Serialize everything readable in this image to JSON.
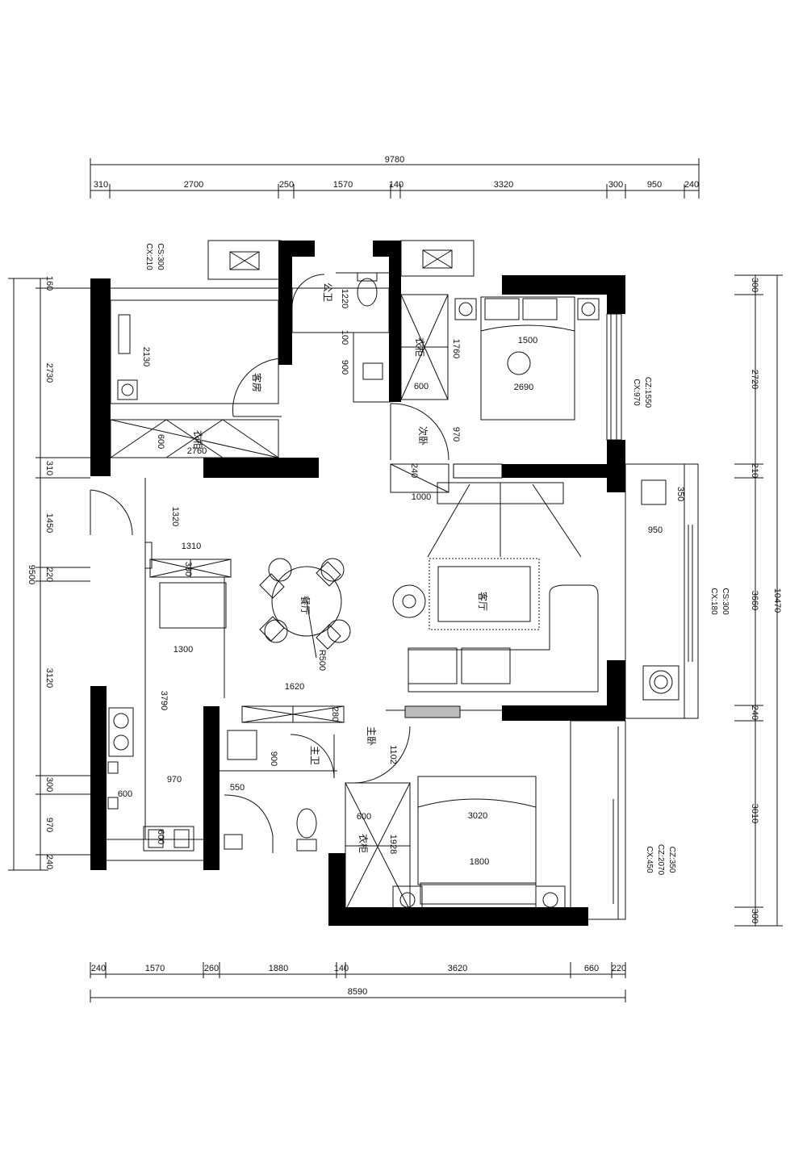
{
  "top_dims": {
    "total": "9780",
    "segments": [
      "310",
      "2700",
      "250",
      "1570",
      "140",
      "3320",
      "300",
      "950",
      "240"
    ]
  },
  "bottom_dims": {
    "total": "8590",
    "segments": [
      "240",
      "1570",
      "260",
      "1880",
      "140",
      "3620",
      "660",
      "220"
    ]
  },
  "left_dims": {
    "total": "9500",
    "segments": [
      "160",
      "2730",
      "310",
      "1450",
      "220",
      "3120",
      "300",
      "970",
      "240"
    ]
  },
  "right_dims": {
    "total": "10470",
    "segments": [
      "300",
      "2720",
      "210",
      "3660",
      "240",
      "3010",
      "300"
    ]
  },
  "rooms": {
    "guest_room": "客房",
    "public_bath": "公卫",
    "second_bedroom": "次卧",
    "wardrobe_a": "衣柜",
    "wardrobe_b": "衣柜",
    "wardrobe_c": "衣柜",
    "dining": "餐厅",
    "living": "客厅",
    "master_bedroom": "主卧",
    "master_bath": "主卫"
  },
  "window_notes": {
    "guest_window": [
      "CS:300",
      "CX:210"
    ],
    "second_window": [
      "CZ:1550",
      "CX:970"
    ],
    "living_window": [
      "CS:300",
      "CX:180"
    ],
    "master_window": [
      "CZ:350",
      "CZ:2070",
      "CX:450"
    ]
  },
  "inner_dims": {
    "d2130": "2130",
    "d600a": "600",
    "d2760": "2760",
    "d1220": "1220",
    "d100": "100",
    "d900a": "900",
    "d1760": "1760",
    "d1500": "1500",
    "d2690": "2690",
    "d600b": "600",
    "d970a": "970",
    "d240": "240",
    "d1000": "1000",
    "d350": "350",
    "d950": "950",
    "d1320": "1320",
    "d1310": "1310",
    "d380": "380",
    "d1300": "1300",
    "r500": "R500",
    "d3790": "3790",
    "d970b": "970",
    "d600c": "600",
    "d600d": "600",
    "d1620": "1620",
    "d280": "280",
    "d900b": "900",
    "d550": "550",
    "d1102": "1102",
    "d600e": "600",
    "d1928": "1928",
    "d3020": "3020",
    "d1800": "1800"
  }
}
